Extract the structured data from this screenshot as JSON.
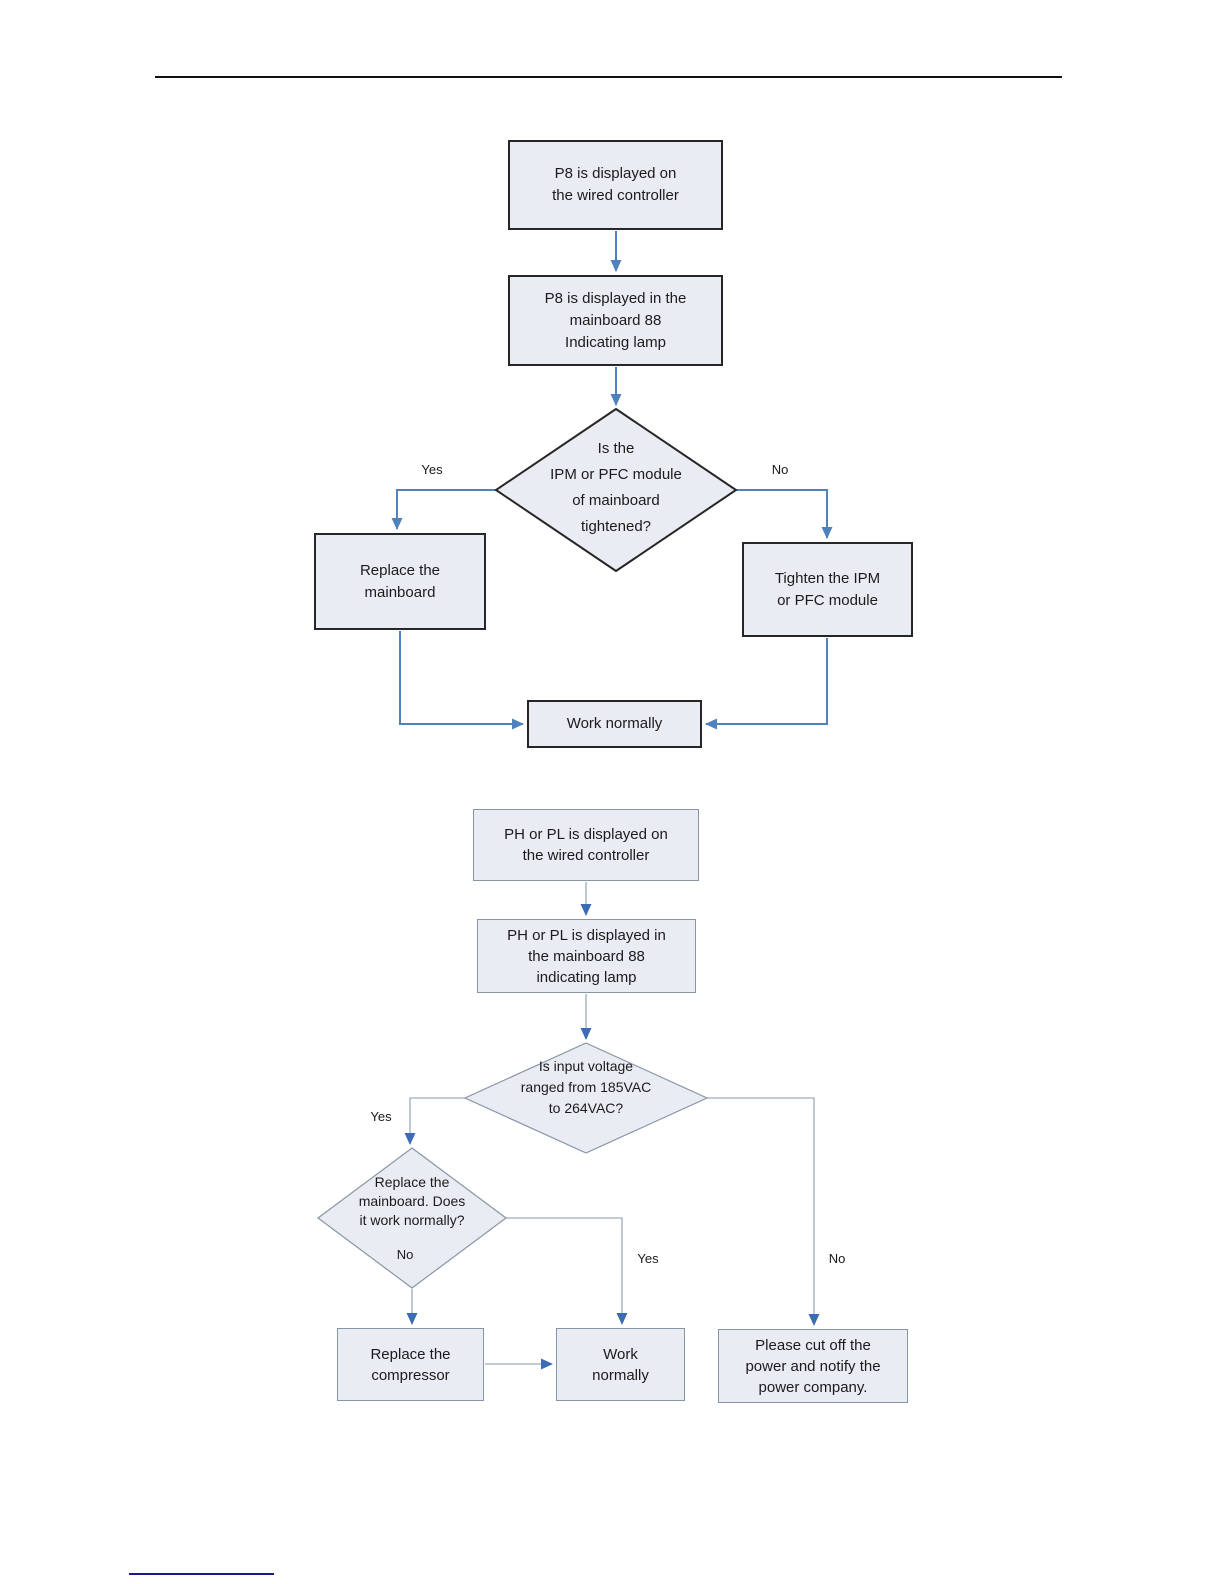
{
  "colors": {
    "node_fill": "#e9ecf3",
    "node_border_dark": "#262626",
    "node_border_light": "#8796a6",
    "connector_primary": "#4f81bd",
    "connector_secondary": "#9dabbd",
    "arrowhead": "#3b6cb4",
    "footnote_rule": "#1a1a8c"
  },
  "flowchart_p8": {
    "box_wired_controller": "P8 is displayed on\nthe wired controller",
    "box_mainboard_lamp": "P8 is displayed in the\nmainboard 88\nIndicating lamp",
    "decision_ipm_tightened": "Is the\nIPM or PFC module\nof mainboard\ntightened?",
    "label_yes": "Yes",
    "label_no": "No",
    "box_replace_mainboard": "Replace the\nmainboard",
    "box_tighten_ipm": "Tighten the IPM\nor PFC module",
    "box_work_normally": "Work normally"
  },
  "flowchart_ph_pl": {
    "box_wired_controller": "PH or PL is displayed on\nthe wired controller",
    "box_mainboard_lamp": "PH or PL is displayed in\nthe mainboard 88\nindicating lamp",
    "decision_input_voltage": "Is input voltage\nranged from 185VAC\nto 264VAC?",
    "label_yes_voltage": "Yes",
    "decision_replace_mainboard": "Replace the\nmainboard. Does\nit work normally?",
    "label_no_inside_decision": "No",
    "label_yes_work": "Yes",
    "label_no_voltage": "No",
    "box_replace_compressor": "Replace the\ncompressor",
    "box_work_normally": "Work\nnormally",
    "box_cut_off_power": "Please cut off the\npower and notify the\npower company."
  }
}
